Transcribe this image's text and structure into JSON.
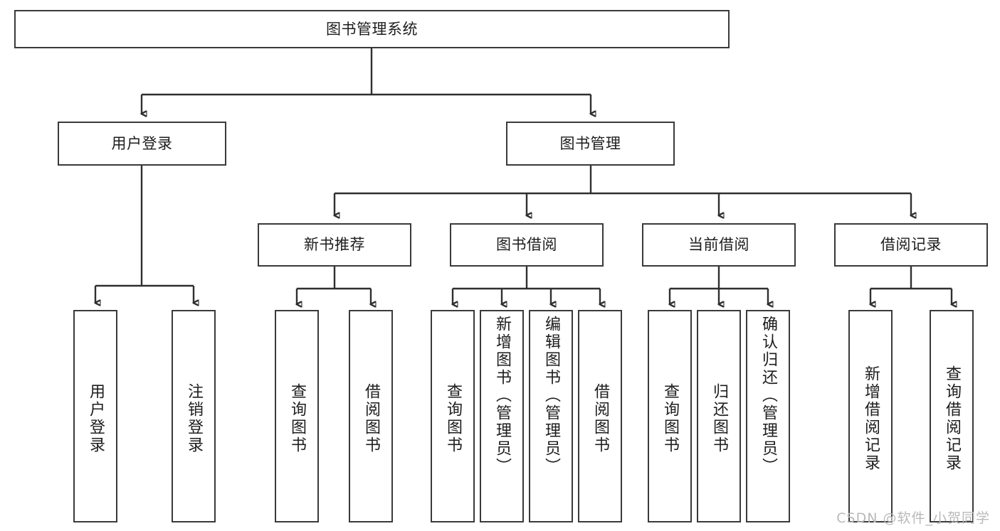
{
  "diagram": {
    "type": "tree",
    "title": "图书管理系统",
    "root": {
      "id": "root",
      "label": "图书管理系统"
    },
    "level2": [
      {
        "id": "user-login",
        "label": "用户登录"
      },
      {
        "id": "book-manage",
        "label": "图书管理"
      }
    ],
    "level3": [
      {
        "id": "new-book-rec",
        "label": "新书推荐",
        "parent": "book-manage"
      },
      {
        "id": "book-borrow",
        "label": "图书借阅",
        "parent": "book-manage"
      },
      {
        "id": "current-borrow",
        "label": "当前借阅",
        "parent": "book-manage"
      },
      {
        "id": "borrow-record",
        "label": "借阅记录",
        "parent": "book-manage"
      }
    ],
    "leaves": {
      "user-login": [
        {
          "id": "leaf-user-login",
          "label": "用户登录"
        },
        {
          "id": "leaf-logout",
          "label": "注销登录"
        }
      ],
      "new-book-rec": [
        {
          "id": "leaf-query-book-1",
          "label": "查询图书"
        },
        {
          "id": "leaf-borrow-book-1",
          "label": "借阅图书"
        }
      ],
      "book-borrow": [
        {
          "id": "leaf-query-book-2",
          "label": "查询图书"
        },
        {
          "id": "leaf-add-book",
          "label": "新增图书（管理员）"
        },
        {
          "id": "leaf-edit-book",
          "label": "编辑图书（管理员）"
        },
        {
          "id": "leaf-borrow-book-2",
          "label": "借阅图书"
        }
      ],
      "current-borrow": [
        {
          "id": "leaf-query-book-3",
          "label": "查询图书"
        },
        {
          "id": "leaf-return-book",
          "label": "归还图书"
        },
        {
          "id": "leaf-confirm-return",
          "label": "确认归还（管理员）"
        }
      ],
      "borrow-record": [
        {
          "id": "leaf-add-record",
          "label": "新增借阅记录"
        },
        {
          "id": "leaf-query-record",
          "label": "查询借阅记录"
        }
      ]
    }
  },
  "watermark": {
    "text": "CSDN @软件_小贺同学"
  },
  "colors": {
    "stroke": "#2f2f2f",
    "box_border": "#3a3a3a",
    "background": "#ffffff",
    "text": "#1d1d1d",
    "watermark": "#b9b9b9"
  }
}
